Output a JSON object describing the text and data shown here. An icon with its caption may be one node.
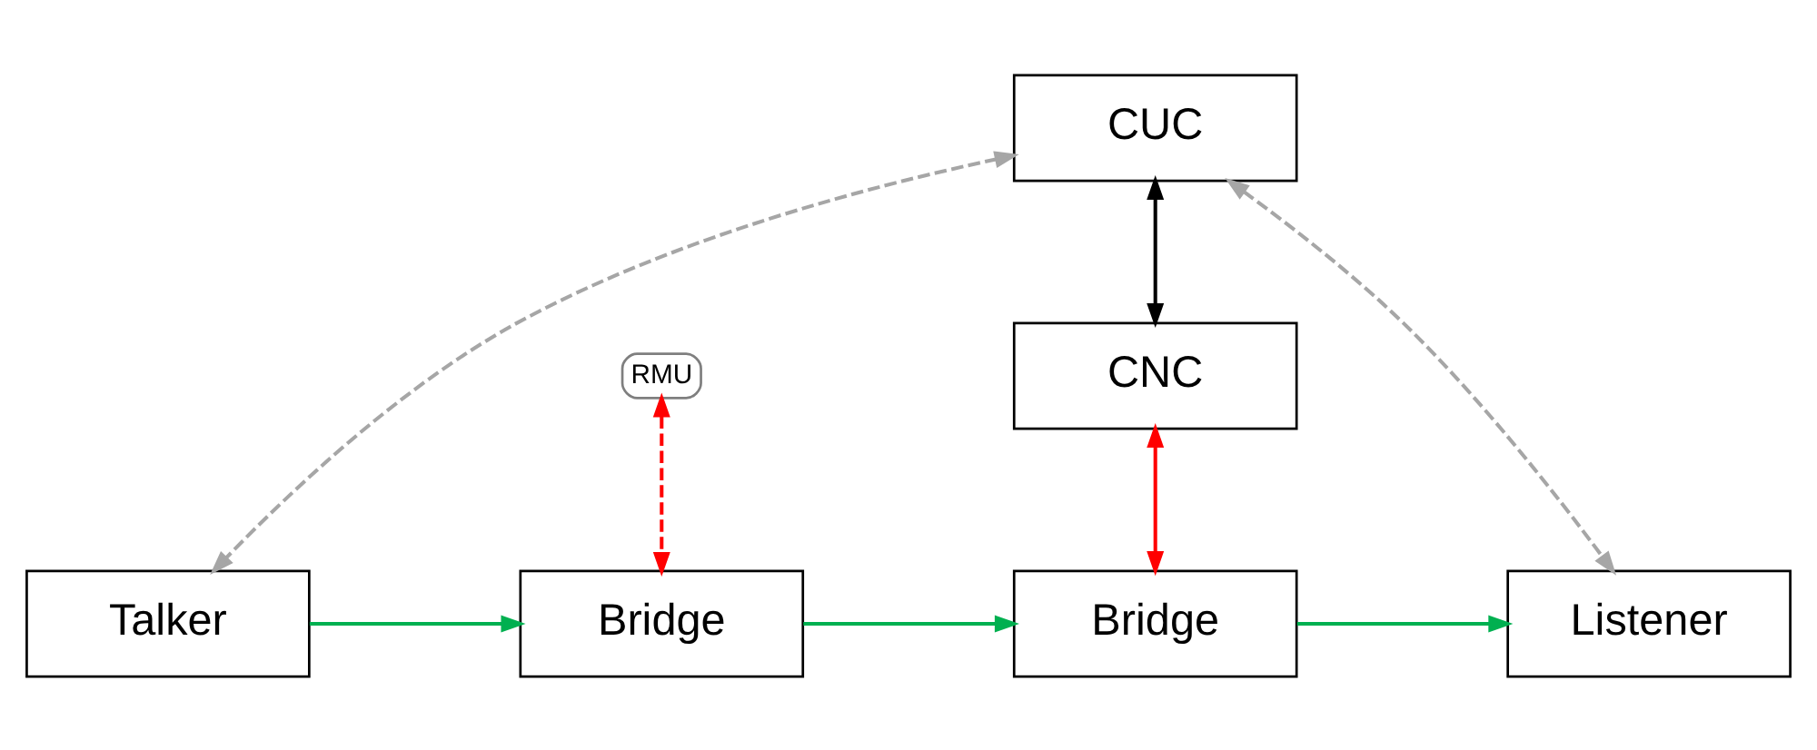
{
  "diagram": {
    "nodes": [
      {
        "text": [
          "CUC"
        ]
      },
      {
        "text": [
          "CNC"
        ]
      },
      {
        "text": [
          "RMU"
        ]
      },
      {
        "text": [
          "Talker"
        ]
      },
      {
        "text": [
          "Bridge"
        ]
      },
      {
        "text": [
          "Bridge"
        ]
      },
      {
        "text": [
          "Listener"
        ]
      }
    ],
    "edges": [
      {
        "from": 0,
        "to": 3,
        "arrow": "both",
        "style": "dashed",
        "color": "#a6a6a6"
      },
      {
        "from": 0,
        "to": 1,
        "arrow": "both",
        "color": "#000000"
      },
      {
        "from": 0,
        "to": 6,
        "arrow": "both",
        "style": "dashed",
        "color": "#a6a6a6"
      },
      {
        "from": 2,
        "to": 4,
        "arrow": "both",
        "style": "dashed",
        "color": "#ff0000"
      },
      {
        "from": 1,
        "to": 5,
        "arrow": "both",
        "color": "#ff0000"
      },
      {
        "from": 3,
        "to": 4,
        "arrow": "to",
        "color": "#00b050"
      },
      {
        "from": 4,
        "to": 5,
        "arrow": "to",
        "color": "#00b050"
      },
      {
        "from": 5,
        "to": 6,
        "arrow": "to",
        "color": "#00b050"
      }
    ]
  }
}
